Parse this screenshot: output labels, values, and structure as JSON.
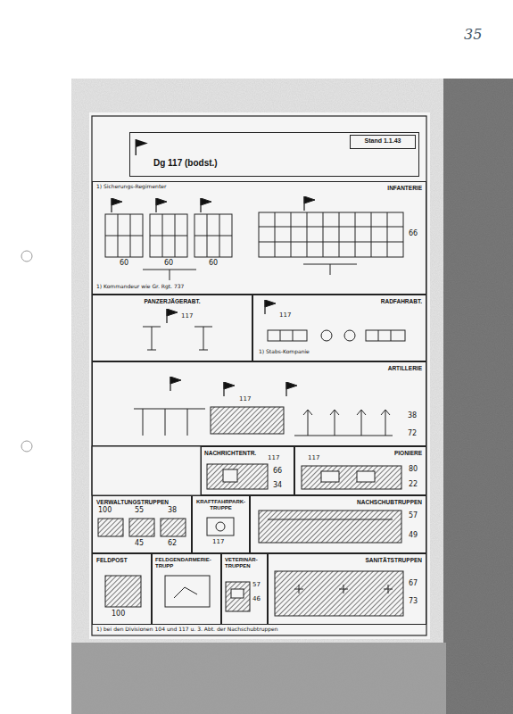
{
  "diagram": {
    "nodes": [
      {
        "text": [
          "Dg 117 (bodst.)"
        ]
      },
      {
        "text": [
          "Stand 1.1.43"
        ],
        "in": 0
      },
      {
        "text": [
          "INFANTERIE"
        ]
      },
      {
        "text": [
          "PANZERJÄGERABT."
        ]
      },
      {
        "text": [
          "RADFAHRABT."
        ]
      },
      {
        "text": [
          "ARTILLERIE"
        ]
      },
      {
        "text": [
          "NACHRICHTENTR."
        ]
      },
      {
        "text": [
          "PIONIERE"
        ]
      },
      {
        "text": [
          "VERWALTUNGSTRUPPEN"
        ]
      },
      {
        "text": [
          "KRAFTFAHRPARK-TRUPPE"
        ]
      },
      {
        "text": [
          "NACHSCHUBTRUPPEN"
        ]
      },
      {
        "text": [
          "FELDPOST"
        ]
      },
      {
        "text": [
          "FELDGENDARMERIE-TRUPP"
        ]
      },
      {
        "text": [
          "VETERINÄR-TRUPPEN"
        ]
      },
      {
        "text": [
          "SANITÄTSTRUPPEN"
        ]
      }
    ],
    "labels": [
      "35",
      "1) Sicherungs-Regimenter",
      "60",
      "60",
      "60",
      "66",
      "1) Kommandeur wie Gr. Rgt. 737",
      "117",
      "117",
      "1) Stabs-Kompanie",
      "117",
      "38",
      "72",
      "117",
      "66",
      "34",
      "117",
      "80",
      "22",
      "100",
      "55",
      "38",
      "45",
      "62",
      "117",
      "57",
      "49",
      "100",
      "57",
      "46",
      "67",
      "73",
      "1) bei den Divisionen 104 und 117 u. 3. Abt. der Nachschubtruppen"
    ]
  }
}
